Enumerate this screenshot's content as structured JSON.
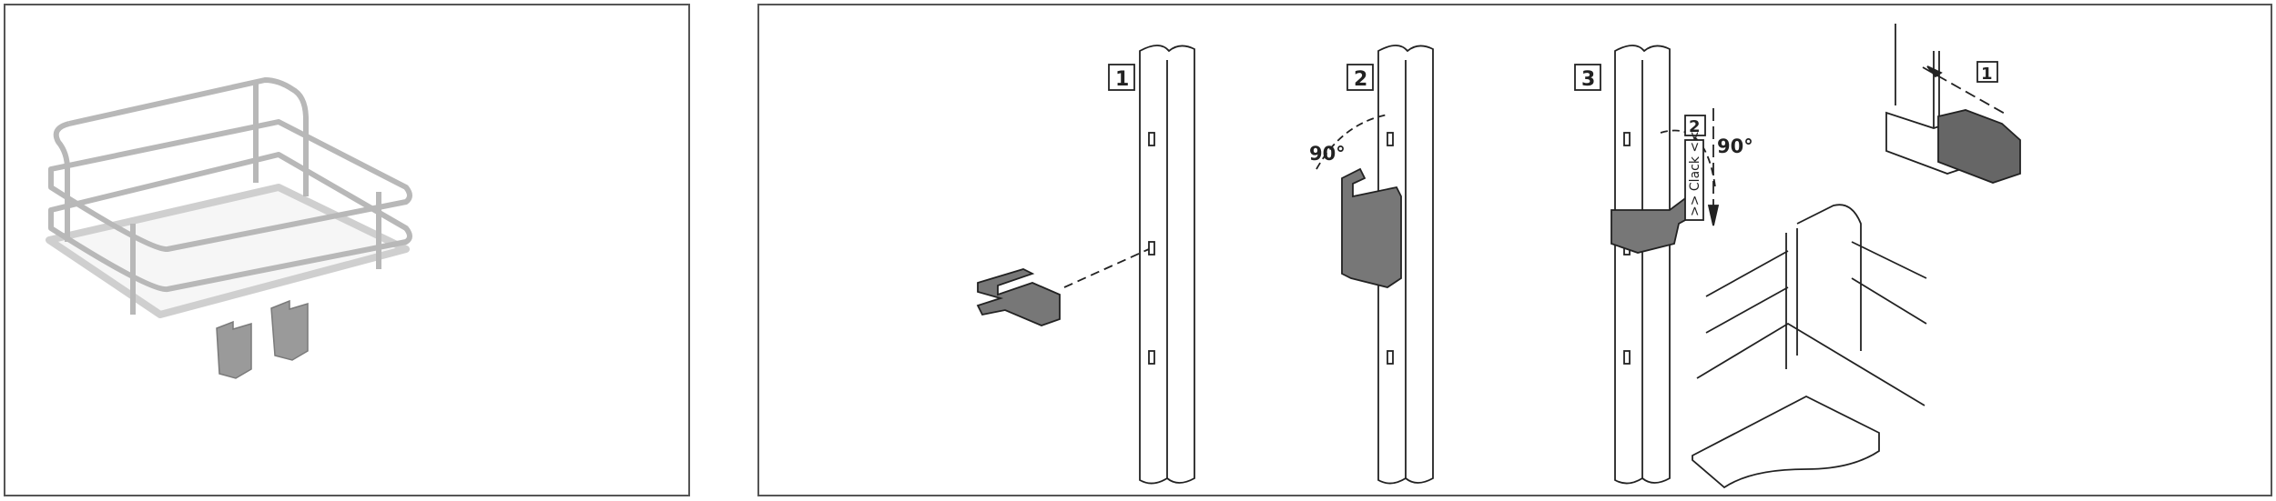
{
  "steps": {
    "step1_label": "1",
    "step2_label": "2",
    "step3_label": "3",
    "step2_angle": "90°",
    "step3_angle": "90°"
  },
  "detail": {
    "label_1": "1",
    "label_2": "2",
    "clack_text": ">> Clack <<"
  },
  "colors": {
    "frame": "#555555",
    "clip_grey": "#8a8a8a",
    "clip_dark": "#5a5a5a",
    "line": "#222222"
  }
}
